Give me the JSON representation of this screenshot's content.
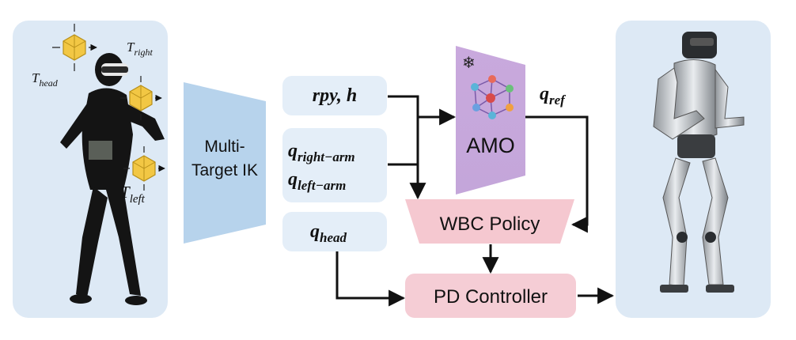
{
  "operator": {
    "t_head": {
      "base": "T",
      "sub": "head"
    },
    "t_right": {
      "base": "T",
      "sub": "right"
    },
    "t_left": {
      "base": "T",
      "sub": "left"
    }
  },
  "ik_block": {
    "line1": "Multi-",
    "line2": "Target IK"
  },
  "inputs": {
    "rpy_h": "rpy, h",
    "q_right_arm": {
      "base": "q",
      "sub": "right−arm"
    },
    "q_left_arm": {
      "base": "q",
      "sub": "left−arm"
    },
    "q_head": {
      "base": "q",
      "sub": "head"
    }
  },
  "amo": {
    "label": "AMO",
    "frozen_symbol": "❄",
    "output": {
      "base": "q",
      "sub": "ref"
    }
  },
  "wbc": {
    "label": "WBC Policy"
  },
  "pd": {
    "label": "PD Controller"
  },
  "colors": {
    "panel": "#dde9f5",
    "ik": "#b7d3ec",
    "input_box": "#e4eef8",
    "amo": "#c8a8dc",
    "wbc": "#f5c8d0",
    "pd": "#f5cdd5",
    "arrow": "#111111",
    "gold": "#f2c744"
  }
}
